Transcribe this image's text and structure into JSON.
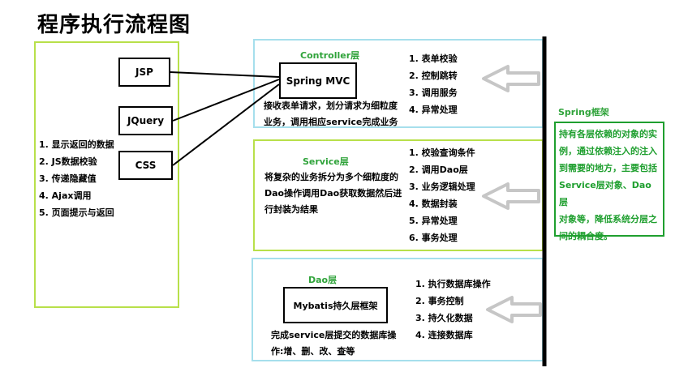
{
  "title": "程序执行流程图",
  "frontend": {
    "nodes": [
      "JSP",
      "JQuery",
      "CSS"
    ],
    "items": [
      "1. 显示返回的数据",
      "2. JS数据校验",
      "3. 传递隐藏值",
      "4. Ajax调用",
      "5. 页面提示与返回"
    ]
  },
  "controller": {
    "layer_label": "Controller层",
    "framework": "Spring MVC",
    "items": [
      "1. 表单校验",
      "2. 控制跳转",
      "3. 调用服务",
      "4. 异常处理"
    ],
    "desc_line1": "接收表单请求，划分请求为细粒度",
    "desc_line2": "业务，调用相应service完成业务"
  },
  "service": {
    "layer_label": "Service层",
    "items": [
      "1. 校验查询条件",
      "2. 调用Dao层",
      "3. 业务逻辑处理",
      "4. 数据封装",
      "5. 异常处理",
      "6. 事务处理"
    ],
    "desc_line1": "将复杂的业务拆分为多个细粒度的",
    "desc_line2": "Dao操作调用Dao获取数据然后进",
    "desc_line3": "行封装为结果"
  },
  "dao": {
    "layer_label": "Dao层",
    "framework": "Mybatis持久层框架",
    "items": [
      "1. 执行数据库操作",
      "2. 事务控制",
      "3. 持久化数据",
      "4. 连接数据库"
    ],
    "desc_line1": "完成service层提交的数据库操",
    "desc_line2": "作:增、删、改、查等"
  },
  "spring": {
    "label": "Spring框架",
    "desc_line1": "持有各层依赖的对象的实",
    "desc_line2": "例，通过依赖注入的注入",
    "desc_line3": "到需要的地方，主要包括",
    "desc_line4": "Service层对象、Dao层",
    "desc_line5": "对象等，降低系统分层之",
    "desc_line6": "间的耦合度。"
  },
  "colors": {
    "frontend_border": "#b8e04a",
    "controller_border": "#a6dfec",
    "service_border": "#b8e04a",
    "dao_border": "#a6dfec",
    "layer_label": "#2fa33a",
    "spring_text": "#ffffff",
    "spring_bg": "#1f9f2f",
    "arrow": "#cccccc"
  }
}
